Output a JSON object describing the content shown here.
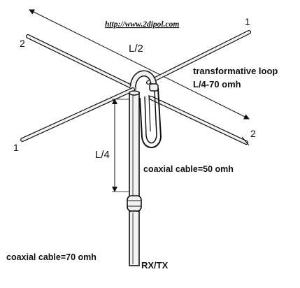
{
  "url": "http://www.2dipol.com",
  "labels": {
    "half_wave": "L/2",
    "quarter_wave": "L/4",
    "loop_title": "transformative loop",
    "loop_spec": "L/4-70 omh",
    "coax_50": "coaxial cable=50 omh",
    "coax_70": "coaxial cable=70 omh",
    "rxtx": "RX/TX",
    "end_1_top_right": "1",
    "end_2_top_left": "2",
    "end_1_bottom_left": "1",
    "end_2_bottom_right": "2"
  },
  "colors": {
    "line": "#111111",
    "background": "#ffffff",
    "element_fill": "#f2f2f2"
  }
}
